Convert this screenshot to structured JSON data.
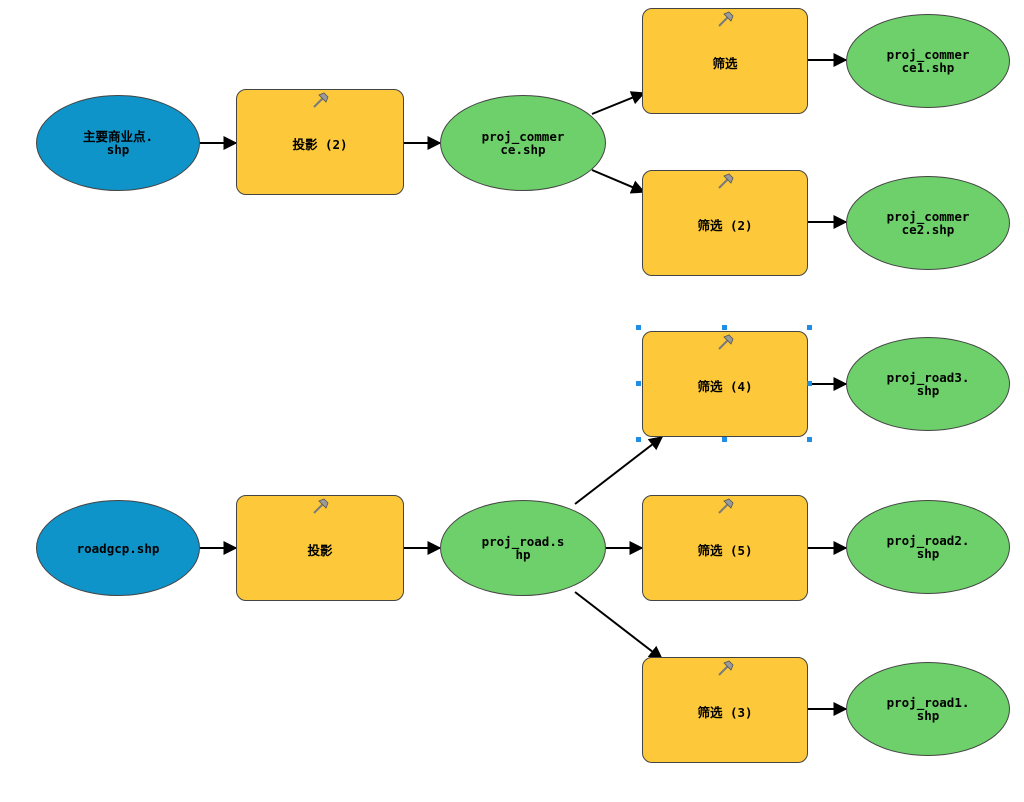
{
  "diagram": {
    "colors": {
      "input_fill": "#0e94c9",
      "output_fill": "#6dd06a",
      "tool_fill": "#fdc93a",
      "connector": "#000000",
      "selection": "#1f8fe6"
    },
    "tool_icon": "hammer-icon",
    "nodes": {
      "in_commerce": "主要商业点.\nshp",
      "proj_commerce_tool": "投影 (2)",
      "proj_commerce": "proj_commer\nce.shp",
      "filter_c1": "筛选",
      "filter_c2": "筛选 (2)",
      "out_c1": "proj_commer\nce1.shp",
      "out_c2": "proj_commer\nce2.shp",
      "in_road": "roadgcp.shp",
      "proj_road_tool": "投影",
      "proj_road": "proj_road.s\nhp",
      "filter_r4": "筛选 (4)",
      "filter_r5": "筛选 (5)",
      "filter_r3": "筛选 (3)",
      "out_r3": "proj_road3.\nshp",
      "out_r2": "proj_road2.\nshp",
      "out_r1": "proj_road1.\nshp"
    },
    "selected_node": "filter_r4"
  }
}
